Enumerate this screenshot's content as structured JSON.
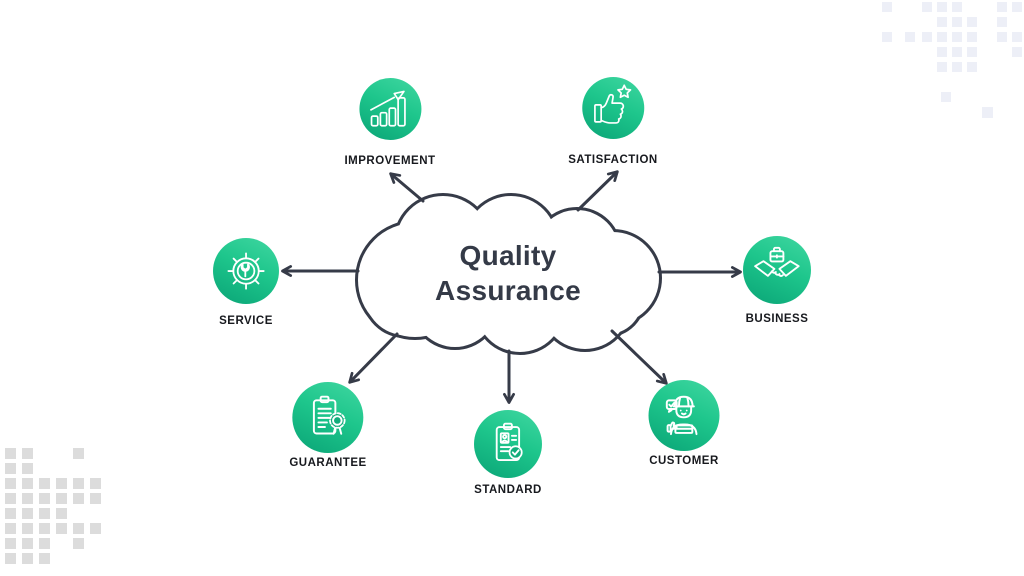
{
  "title": {
    "line1": "Quality",
    "line2": "Assurance"
  },
  "nodes": [
    {
      "label": "IMPROVEMENT",
      "icon": "growth-chart-icon"
    },
    {
      "label": "SATISFACTION",
      "icon": "thumbs-up-star-icon"
    },
    {
      "label": "SERVICE",
      "icon": "gear-wrench-icon"
    },
    {
      "label": "BUSINESS",
      "icon": "handshake-briefcase-icon"
    },
    {
      "label": "GUARANTEE",
      "icon": "certificate-clipboard-icon"
    },
    {
      "label": "STANDARD",
      "icon": "clipboard-check-icon"
    },
    {
      "label": "CUSTOMER",
      "icon": "support-person-icon"
    }
  ],
  "colors": {
    "background": "#ffffff",
    "node_gradient_start": "#41d7a1",
    "node_gradient_end": "#0aa476",
    "outline": "#363b48",
    "title_text": "#343a47",
    "label_text": "#17191e",
    "pattern_top_right": "#edeff7",
    "pattern_bottom_left": "#dcdcdc"
  }
}
